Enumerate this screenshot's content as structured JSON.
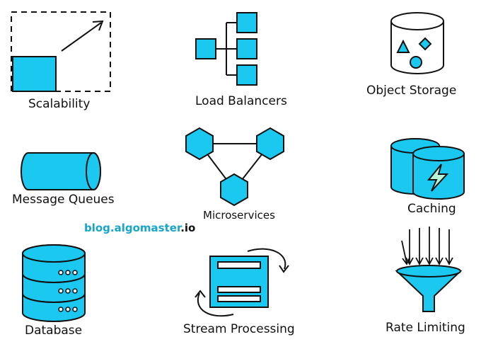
{
  "labels": {
    "scalability": "Scalability",
    "load_balancers": "Load Balancers",
    "object_storage": "Object Storage",
    "message_queues": "Message Queues",
    "microservices": "Microservices",
    "caching": "Caching",
    "database": "Database",
    "stream_processing": "Stream Processing",
    "rate_limiting": "Rate Limiting"
  },
  "watermark": {
    "part1": "blog.",
    "part2": "algomaster",
    "part3": ".io"
  },
  "colors": {
    "fill": "#1ac8f0",
    "stroke": "#111111",
    "accent_green": "#b6f5d6"
  }
}
